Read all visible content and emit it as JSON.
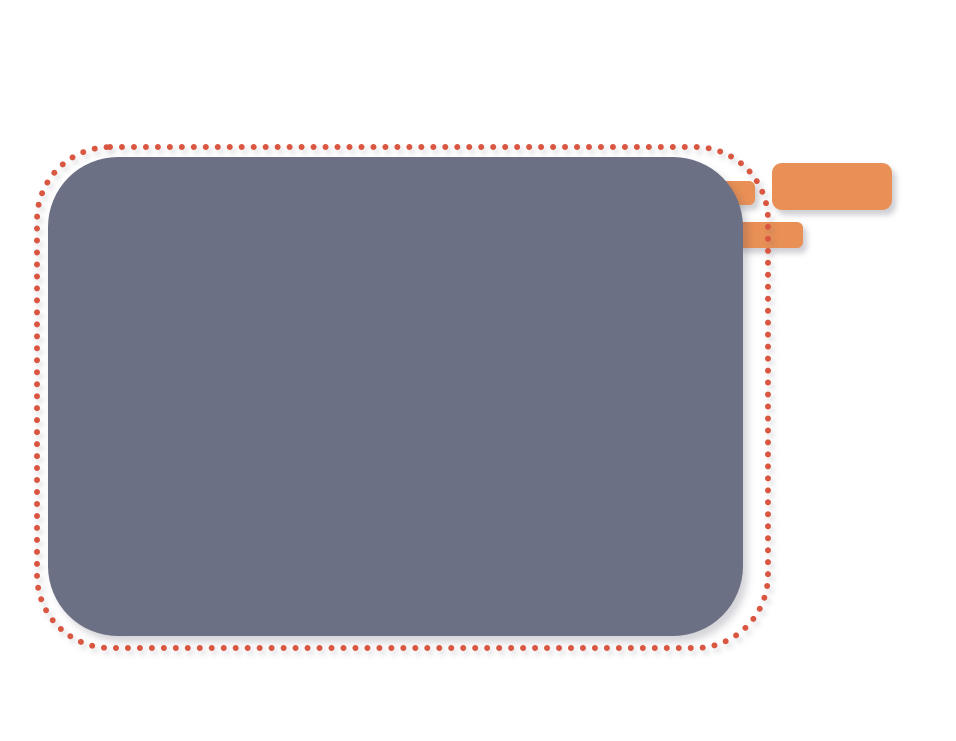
{
  "colors": {
    "background": "#ffffff",
    "card_fill": "#6c7084",
    "outline": "#d95641",
    "tab_fill": "#e99056"
  },
  "elements": {
    "main_card": {
      "shape": "rounded-rectangle"
    },
    "outline": {
      "style": "dotted"
    },
    "tabs": [
      {
        "name": "orange-tab-small"
      },
      {
        "name": "orange-tab-medium"
      },
      {
        "name": "orange-tab-large"
      }
    ]
  }
}
